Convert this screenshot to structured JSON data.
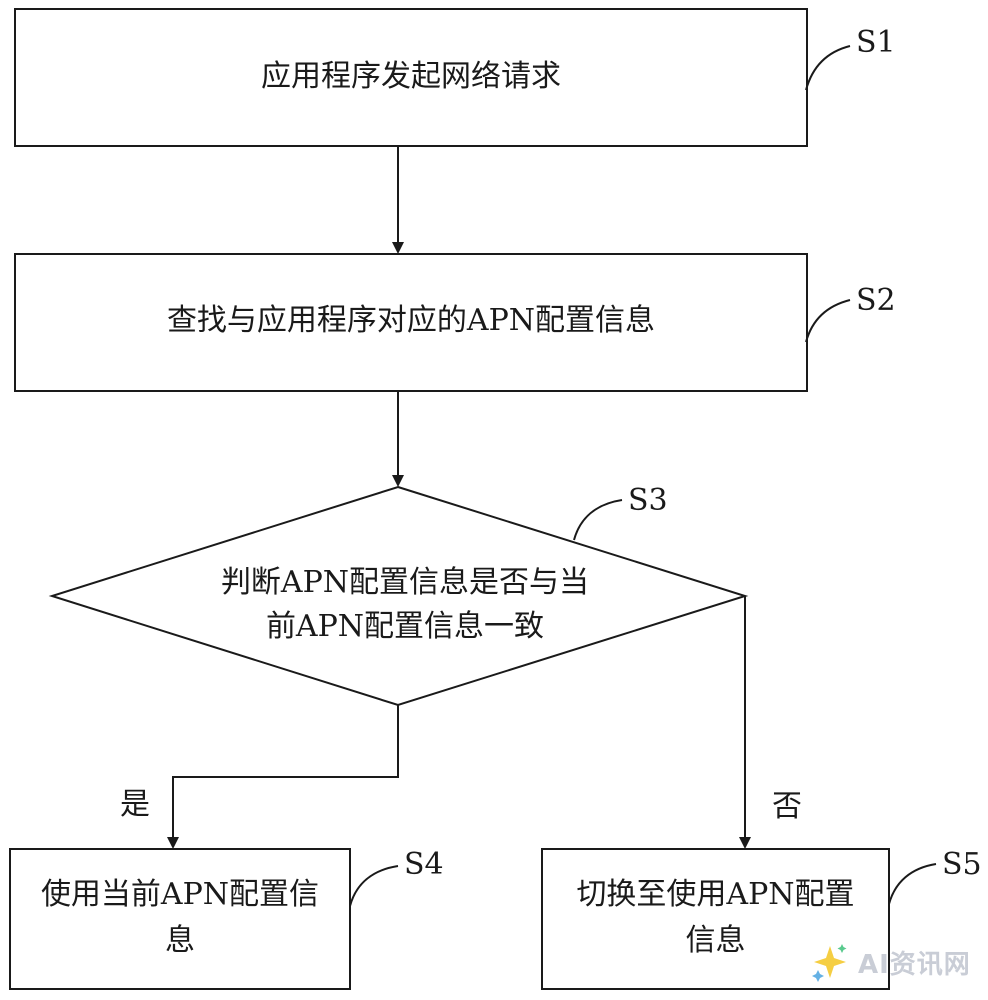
{
  "nodes": {
    "s1": {
      "text": "应用程序发起网络请求",
      "step": "S1"
    },
    "s2": {
      "text": "查找与应用程序对应的APN配置信息",
      "step": "S2"
    },
    "s3": {
      "line1": "判断APN配置信息是否与当",
      "line2": "前APN配置信息一致",
      "step": "S3"
    },
    "s4": {
      "line1": "使用当前APN配置信",
      "line2": "息",
      "step": "S4"
    },
    "s5": {
      "line1": "切换至使用APN配置",
      "line2": "信息",
      "step": "S5"
    }
  },
  "branches": {
    "yes": "是",
    "no": "否"
  },
  "watermark": {
    "text": "AI资讯网",
    "icon": "sparkle-icon"
  },
  "colors": {
    "stroke": "#1a1a1a",
    "background": "#ffffff",
    "watermark": "#c9cdd6"
  }
}
